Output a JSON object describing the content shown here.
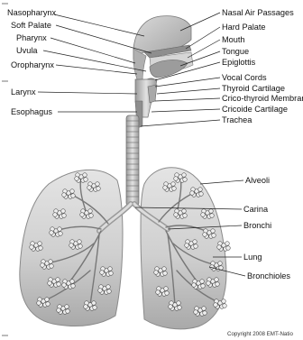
{
  "labels_left": [
    "Nasopharynx",
    "Soft Palate",
    "Pharynx",
    "Uvula",
    "Oropharynx",
    "Larynx",
    "Esophagus"
  ],
  "labels_right": [
    "Nasal Air Passages",
    "Hard Palate",
    "Mouth",
    "Tongue",
    "Epiglottis",
    "Vocal Cords",
    "Thyroid Cartilage",
    "Crico-thyroid Membrane",
    "Cricoide Cartilage",
    "Trachea",
    "Alveoli",
    "Carina",
    "Bronchi",
    "Lung",
    "Bronchioles"
  ],
  "copyright": "Copyright 2008 EMT-Natio",
  "colors": {
    "lung_fill": "#c9c9c9",
    "lung_edge": "#8a8a8a",
    "airway": "#b8b8b8",
    "head_fill": "#bdbdbd",
    "tongue": "#a8a8a8",
    "text": "#111111",
    "leader": "#222222"
  }
}
